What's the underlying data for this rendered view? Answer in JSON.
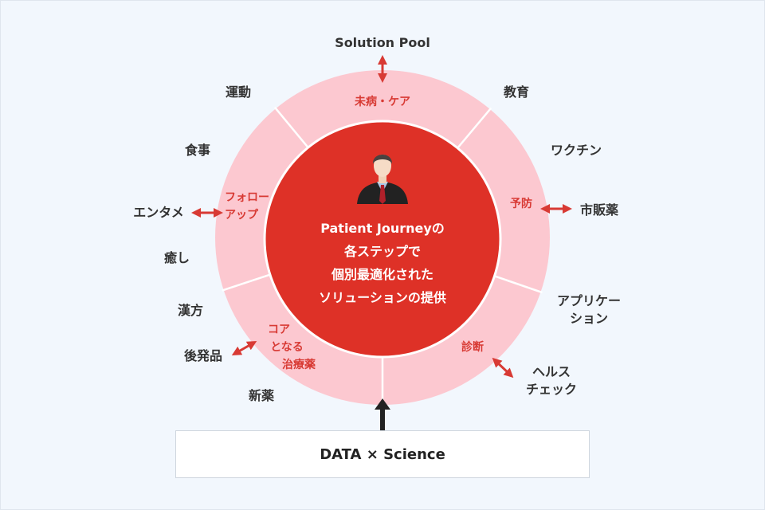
{
  "solution_pool": "Solution Pool",
  "center_text": [
    "Patient Journeyの",
    "各ステップで",
    "個別最適化された",
    "ソリューションの提供"
  ],
  "segments": {
    "care": "未病・ケア",
    "prevention": "予防",
    "diagnosis": "診断",
    "core_treatment": [
      "コア",
      "となる",
      "治療薬"
    ],
    "follow_up": [
      "フォロー",
      "アップ"
    ]
  },
  "outer_labels": {
    "exercise": "運動",
    "education": "教育",
    "diet": "食事",
    "vaccine": "ワクチン",
    "entertainment": "エンタメ",
    "otc": "市販薬",
    "healing": "癒し",
    "application": [
      "アプリケー",
      "ション"
    ],
    "kampo": "漢方",
    "generic": "後発品",
    "health_check": [
      "ヘルス",
      "チェック"
    ],
    "new_drug": "新薬"
  },
  "data_box": "DATA × Science",
  "colors": {
    "ring": "#fcc8d0",
    "core": "#de3127",
    "accent": "#d83a34",
    "background": "#f2f7fd"
  }
}
